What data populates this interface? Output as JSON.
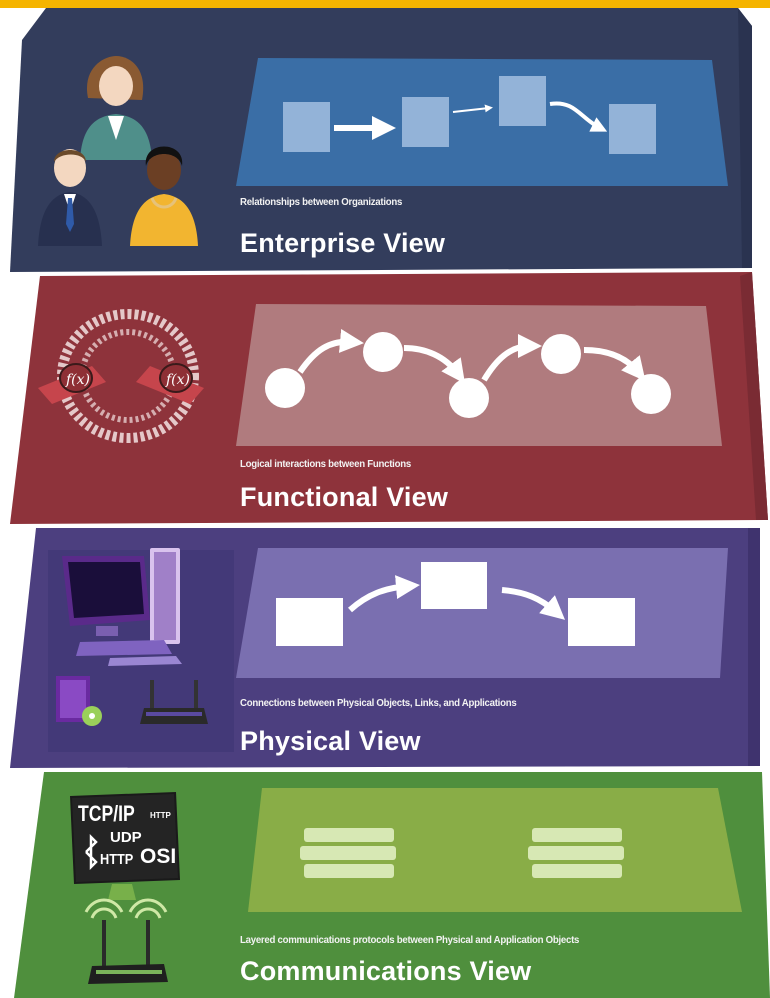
{
  "colors": {
    "top_band": "#f5b400",
    "enterprise": "#333d5c",
    "enterprise_panel": "#3a6ea6",
    "functional": "#8e333b",
    "functional_panel": "#b07b7e",
    "physical": "#4c3f7f",
    "physical_panel": "#7a6fb0",
    "communications": "#4f8f3d",
    "communications_panel": "#89ad47"
  },
  "layers": {
    "enterprise": {
      "caption": "Relationships between Organizations",
      "title": "Enterprise View",
      "icon": "people-icon"
    },
    "functional": {
      "caption": "Logical interactions between Functions",
      "title": "Functional View",
      "icon": "binary-function-icon"
    },
    "physical": {
      "caption": "Connections between Physical Objects, Links, and Applications",
      "title": "Physical View",
      "icon": "computer-hardware-icon"
    },
    "communications": {
      "caption": "Layered communications protocols between Physical and Application Objects",
      "title": "Communications View",
      "icon": "network-protocols-icon",
      "protocols": {
        "tcpip": "TCP/IP",
        "http_small": "HTTP",
        "udp": "UDP",
        "http": "HTTP",
        "osi": "OSI"
      }
    }
  }
}
